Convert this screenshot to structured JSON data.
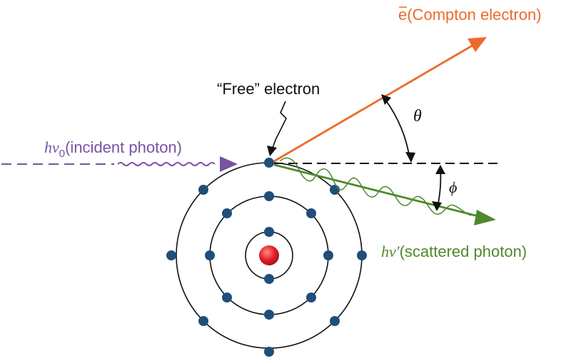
{
  "labels": {
    "incident_symbol_h": "h",
    "incident_symbol_nu": "ν",
    "incident_subscript": "0",
    "incident_text": "(incident photon)",
    "compton_symbol": "e",
    "compton_text": "(Compton electron)",
    "free_electron": "“Free” electron",
    "theta": "θ",
    "phi": "ϕ",
    "scattered_symbol": "hν′",
    "scattered_text": "(scattered photon)"
  },
  "colors": {
    "incident": "#7a52a3",
    "compton": "#ec6a2a",
    "scattered": "#4e8a2c",
    "electron": "#1f4e79",
    "nucleus": "#e21f26",
    "ink": "#111111"
  }
}
